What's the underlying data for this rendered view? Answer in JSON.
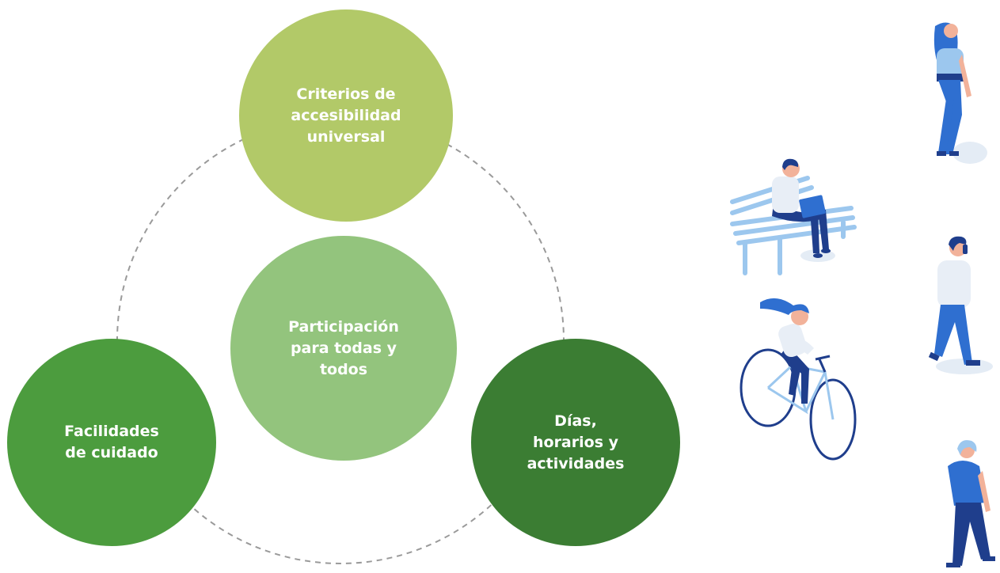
{
  "nodes": {
    "top": {
      "label": "Criterios de accesibilidad universal",
      "color": "#b2c968"
    },
    "center": {
      "label": "Participación para todas y todos",
      "color": "#93c47d"
    },
    "left": {
      "label": "Facilidades de cuidado",
      "color": "#4c9c3e"
    },
    "right": {
      "label": "Días, horarios y actividades",
      "color": "#3b7d33"
    }
  },
  "illustrations": [
    "person-on-bench-laptop",
    "woman-riding-bicycle",
    "woman-walking",
    "man-walking-on-phone",
    "person-walking-hoodie"
  ],
  "palette": {
    "ring": "#9a9a9a",
    "blue": "#2f6fd0",
    "navy": "#1f3e8c",
    "light_blue": "#9cc7ee",
    "skin": "#f2b29a",
    "shirt": "#e8eef6"
  }
}
